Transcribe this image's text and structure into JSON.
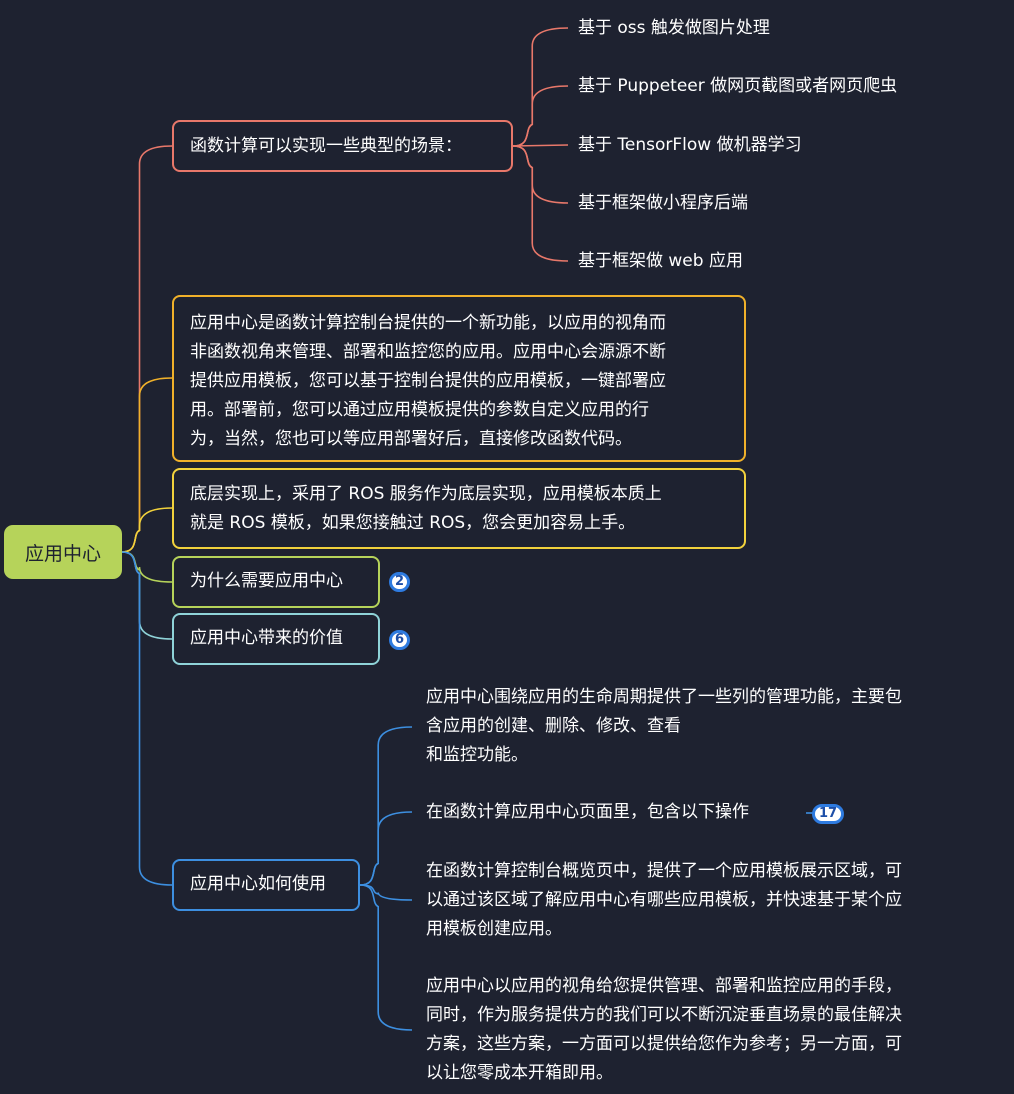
{
  "root": {
    "label": "应用中心",
    "color": "#b6d35a"
  },
  "branches": [
    {
      "id": "scenarios",
      "label": "函数计算可以实现一些典型的场景：",
      "color": "#e8786a",
      "children": [
        "基于 oss 触发做图片处理",
        "基于 Puppeteer 做网页截图或者网页爬虫",
        "基于 TensorFlow 做机器学习",
        "基于框架做小程序后端",
        "基于框架做 web 应用"
      ]
    },
    {
      "id": "intro",
      "label": "应用中心是函数计算控制台提供的一个新功能，以应用的视角而\n非函数视角来管理、部署和监控您的应用。应用中心会源源不断\n提供应用模板，您可以基于控制台提供的应用模板，一键部署应\n用。部署前，您可以通过应用模板提供的参数自定义应用的行\n为，当然，您也可以等应用部署好后，直接修改函数代码。",
      "color": "#f0b12a"
    },
    {
      "id": "ros",
      "label": "底层实现上，采用了 ROS 服务作为底层实现，应用模板本质上\n就是 ROS 模板，如果您接触过 ROS，您会更加容易上手。",
      "color": "#f2d23c"
    },
    {
      "id": "why",
      "label": "为什么需要应用中心",
      "color": "#b6d35a",
      "badge": "2"
    },
    {
      "id": "value",
      "label": "应用中心带来的价值",
      "color": "#8fd3d8",
      "badge": "6"
    },
    {
      "id": "usage",
      "label": "应用中心如何使用",
      "color": "#3d8fe0",
      "children": [
        "应用中心围绕应用的生命周期提供了一些列的管理功能，主要包\n含应用的创建、删除、修改、查看\n和监控功能。",
        "在函数计算应用中心页面里，包含以下操作",
        "在函数计算控制台概览页中，提供了一个应用模板展示区域，可\n以通过该区域了解应用中心有哪些应用模板，并快速基于某个应\n用模板创建应用。",
        "应用中心以应用的视角给您提供管理、部署和监控应用的手段，\n同时，作为服务提供方的我们可以不断沉淀垂直场景的最佳解决\n方案，这些方案，一方面可以提供给您作为参考；另一方面，可\n以让您零成本开箱即用。"
      ],
      "child_badge": "17"
    }
  ],
  "style": {
    "background": "#1e2230",
    "badge_border": "#2e7be0"
  }
}
